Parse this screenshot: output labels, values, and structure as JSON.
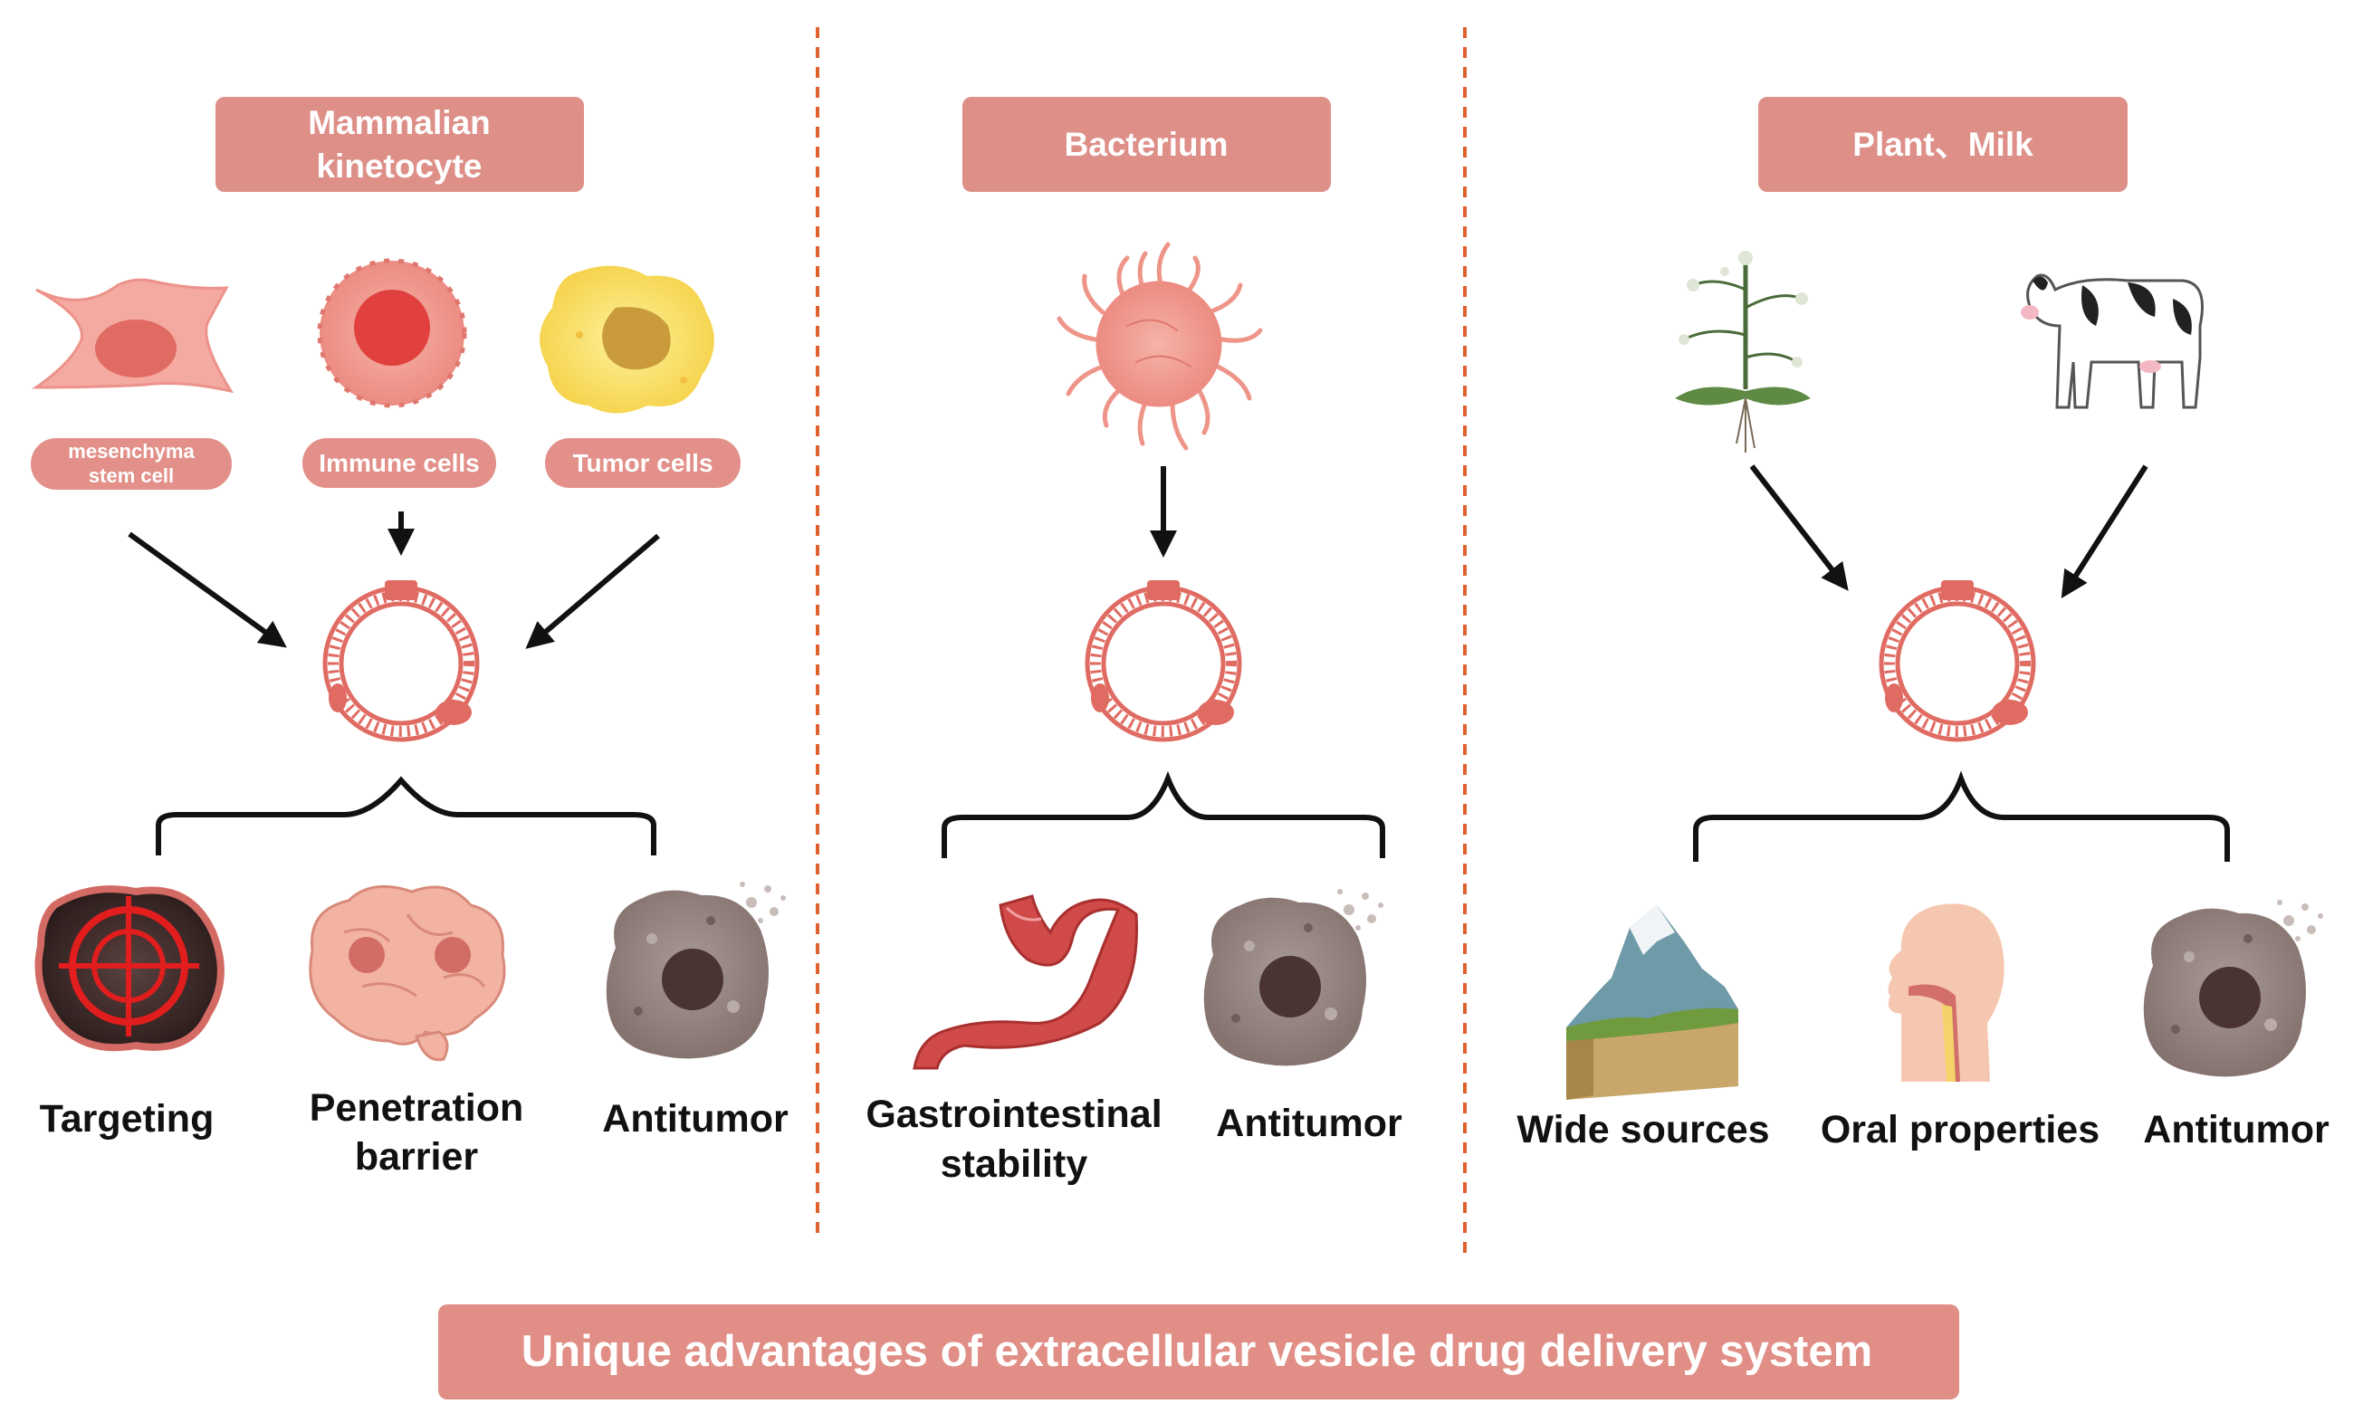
{
  "colors": {
    "header_fill": "#dd8f88",
    "banner_fill": "#e08e86",
    "pill_fill": "#e29089",
    "divider": "#e0612e",
    "vesicle": "#e06b62",
    "arrow": "#111111"
  },
  "panels": [
    {
      "header": [
        "Mammalian",
        "kinetocyte"
      ],
      "sources": [
        {
          "label_lines": [
            "mesenchyma",
            "stem cell"
          ],
          "icon": "mesenchymal-cell-icon"
        },
        {
          "label_lines": [
            "Immune cells"
          ],
          "icon": "immune-cell-icon"
        },
        {
          "label_lines": [
            "Tumor cells"
          ],
          "icon": "tumor-cell-icon"
        }
      ],
      "advantages": [
        {
          "label_lines": [
            "Targeting"
          ],
          "icon": "target-tumor-icon"
        },
        {
          "label_lines": [
            "Penetration",
            "barrier"
          ],
          "icon": "brain-icon"
        },
        {
          "label_lines": [
            "Antitumor"
          ],
          "icon": "dying-tumor-cell-icon"
        }
      ]
    },
    {
      "header": [
        "Bacterium"
      ],
      "sources": [
        {
          "label_lines": [],
          "icon": "bacterium-icon"
        }
      ],
      "advantages": [
        {
          "label_lines": [
            "Gastrointestinal",
            "stability"
          ],
          "icon": "stomach-icon"
        },
        {
          "label_lines": [
            "Antitumor"
          ],
          "icon": "dying-tumor-cell-icon"
        }
      ]
    },
    {
      "header": [
        "Plant、Milk"
      ],
      "sources": [
        {
          "label_lines": [],
          "icon": "plant-icon"
        },
        {
          "label_lines": [],
          "icon": "cow-icon"
        }
      ],
      "advantages": [
        {
          "label_lines": [
            "Wide sources"
          ],
          "icon": "mountain-landscape-icon"
        },
        {
          "label_lines": [
            "Oral properties"
          ],
          "icon": "head-oral-icon"
        },
        {
          "label_lines": [
            "Antitumor"
          ],
          "icon": "dying-tumor-cell-icon"
        }
      ]
    }
  ],
  "banner": "Unique advantages of extracellular vesicle drug delivery system"
}
